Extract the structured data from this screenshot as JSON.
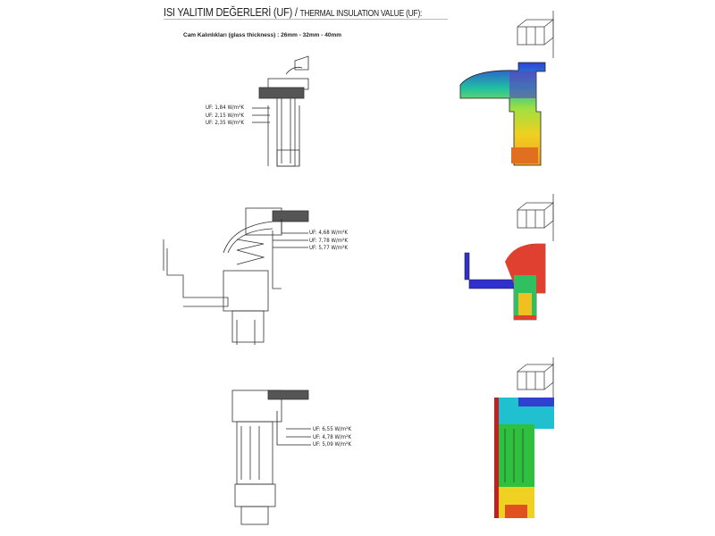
{
  "title": {
    "tr": "ISI YALITIM DEĞERLERİ (UF)",
    "sep": "/",
    "en": "THERMAL INSULATION VALUE (UF):"
  },
  "glass_thickness": "Cam Kalınlıkları (glass thickness) :  26mm - 32mm - 40mm",
  "sections": [
    {
      "values": [
        "UF: 1,84  W/m²K",
        "UF: 2,15  W/m²K",
        "UF: 2,35  W/m²K"
      ]
    },
    {
      "values": [
        "UF: 4,68  W/m²K",
        "UF: 7,78  W/m²K",
        "UF: 5,77  W/m²K"
      ]
    },
    {
      "values": [
        "UF: 6,55  W/m²K",
        "UF: 4,78  W/m²K",
        "UF: 5,09  W/m²K"
      ]
    }
  ],
  "colors": {
    "cold": "#2a2ad0",
    "mid": "#20c060",
    "warm": "#f0c020",
    "hot": "#e03020"
  }
}
